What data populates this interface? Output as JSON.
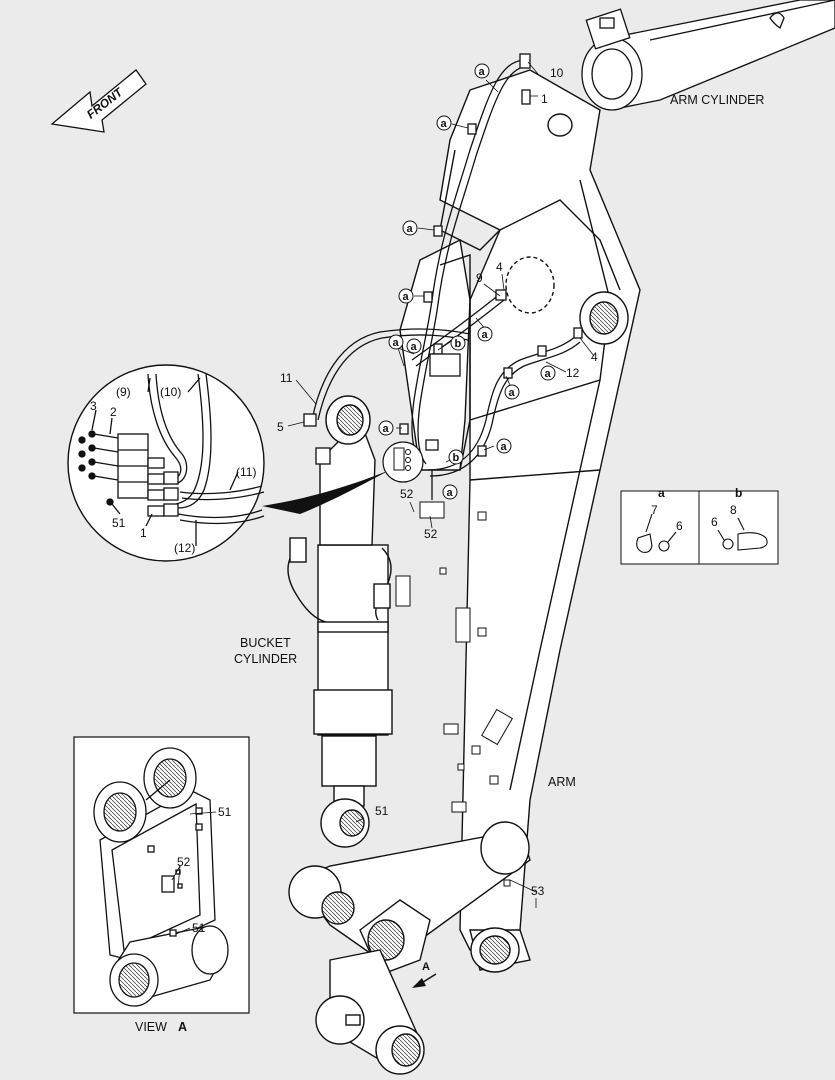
{
  "front": "FRONT",
  "arm_cylinder": "ARM CYLINDER",
  "bucket_cylinder": [
    "BUCKET",
    "CYLINDER"
  ],
  "arm": "ARM",
  "view_prefix": "VIEW",
  "view_letter": "A",
  "arrow_letter": "A",
  "detail_labels": {
    "p9": "(9)",
    "p10": "(10)",
    "p11": "(11)",
    "p12": "(12)",
    "n3": "3",
    "n2": "2",
    "n1": "1",
    "n51": "51"
  },
  "callouts": {
    "c10": "10",
    "c1": "1",
    "c9": "9",
    "c4a": "4",
    "c4b": "4",
    "c11": "11",
    "c12": "12",
    "c5": "5",
    "c52a": "52",
    "c52b": "52",
    "c51a": "51",
    "c53": "53",
    "c51b": "51",
    "c52c": "52",
    "c51c": "51"
  },
  "clamp_a": "a",
  "clamp_b": "b",
  "legend": {
    "a_title": "a",
    "b_title": "b",
    "a7": "7",
    "a6": "6",
    "b6": "6",
    "b8": "8"
  },
  "colors": {
    "background": "#ebebeb",
    "line": "#111111",
    "part_fill": "#ffffff"
  }
}
